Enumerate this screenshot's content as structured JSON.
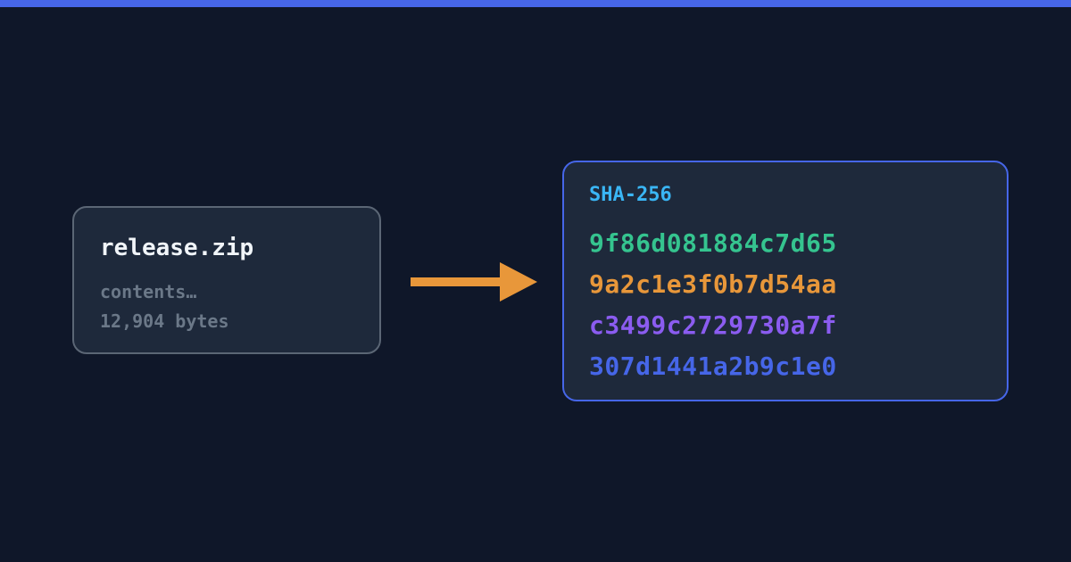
{
  "accent_color": "#4666e8",
  "arrow_color": "#e8973a",
  "file": {
    "name": "release.zip",
    "contents": "contents…",
    "size": "12,904 bytes"
  },
  "hash": {
    "algorithm": "SHA-256",
    "lines": [
      {
        "text": "9f86d081884c7d65",
        "color": "#35c48f"
      },
      {
        "text": "9a2c1e3f0b7d54aa",
        "color": "#e8973a"
      },
      {
        "text": "c3499c2729730a7f",
        "color": "#8b5cf0"
      },
      {
        "text": "307d1441a2b9c1e0",
        "color": "#4666e8"
      }
    ]
  }
}
